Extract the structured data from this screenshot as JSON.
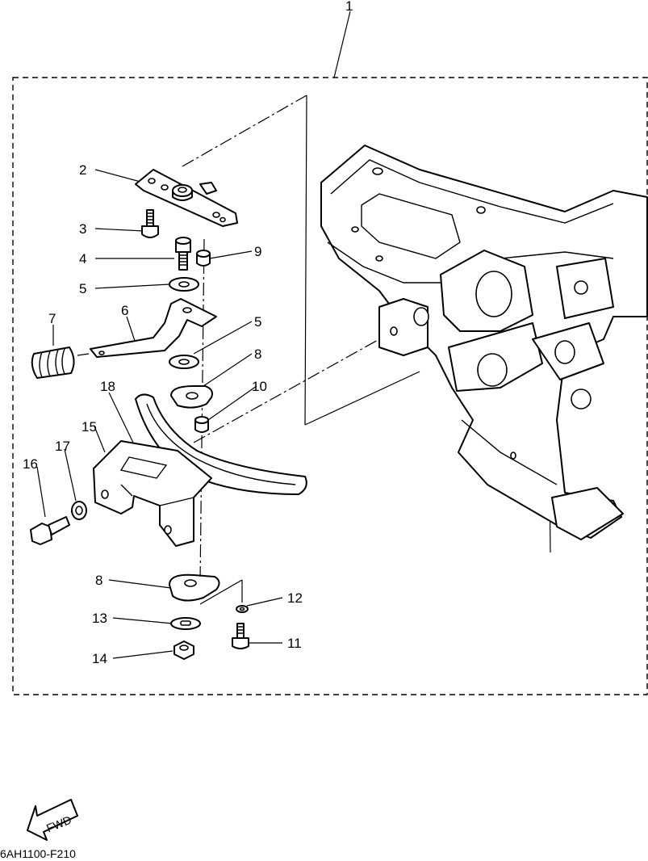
{
  "diagram": {
    "callouts": [
      {
        "id": "c1",
        "text": "1"
      },
      {
        "id": "c2",
        "text": "2"
      },
      {
        "id": "c3",
        "text": "3"
      },
      {
        "id": "c4",
        "text": "4"
      },
      {
        "id": "c5a",
        "text": "5"
      },
      {
        "id": "c5b",
        "text": "5"
      },
      {
        "id": "c6",
        "text": "6"
      },
      {
        "id": "c7",
        "text": "7"
      },
      {
        "id": "c8a",
        "text": "8"
      },
      {
        "id": "c8b",
        "text": "8"
      },
      {
        "id": "c9",
        "text": "9"
      },
      {
        "id": "c10",
        "text": "10"
      },
      {
        "id": "c11",
        "text": "11"
      },
      {
        "id": "c12",
        "text": "12"
      },
      {
        "id": "c13",
        "text": "13"
      },
      {
        "id": "c14",
        "text": "14"
      },
      {
        "id": "c15",
        "text": "15"
      },
      {
        "id": "c16",
        "text": "16"
      },
      {
        "id": "c17",
        "text": "17"
      },
      {
        "id": "c18",
        "text": "18"
      }
    ],
    "direction_label": "FWD",
    "drawing_code": "6AH1100-F210"
  }
}
